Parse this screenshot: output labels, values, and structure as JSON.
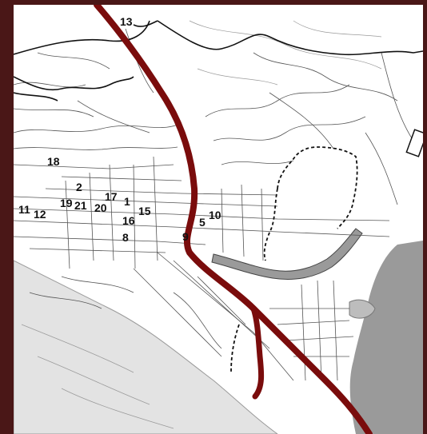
{
  "map": {
    "labels": [
      "13",
      "18",
      "2",
      "17",
      "1",
      "19",
      "21",
      "20",
      "11",
      "12",
      "16",
      "15",
      "5",
      "10",
      "8",
      "9"
    ],
    "colors": {
      "frame": "#4a1717",
      "highway": "#7a0c0c",
      "water": "#9a9a9a",
      "hills": "#e3e3e3",
      "streets": "#555555",
      "boundary": "#111111"
    },
    "icons": [
      "highway-route",
      "trail-dashed",
      "bay-water",
      "hill-shading"
    ]
  }
}
